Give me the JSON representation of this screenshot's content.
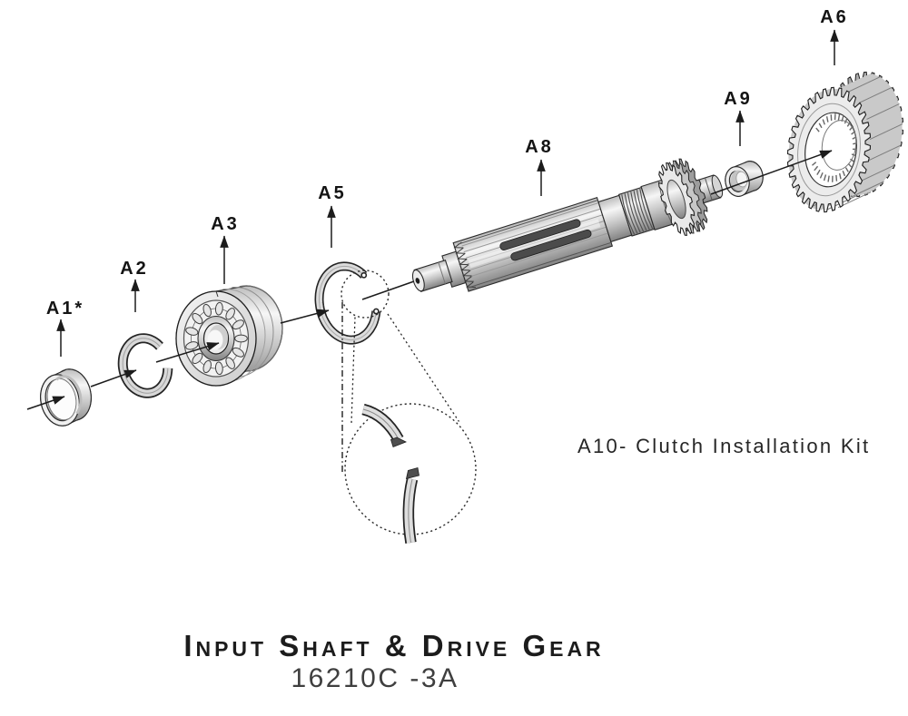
{
  "labels": {
    "a1": "A1*",
    "a2": "A2",
    "a3": "A3",
    "a5": "A5",
    "a6": "A6",
    "a8": "A8",
    "a9": "A9"
  },
  "note": {
    "a10": "A10- Clutch Installation Kit"
  },
  "footer": {
    "title": "Input Shaft & Drive Gear",
    "part_number": "16210C -3A"
  },
  "colors": {
    "ink": "#1c1c1c",
    "metal_light": "#f5f5f5",
    "metal_dark": "#8a8a8a",
    "background": "#ffffff"
  }
}
